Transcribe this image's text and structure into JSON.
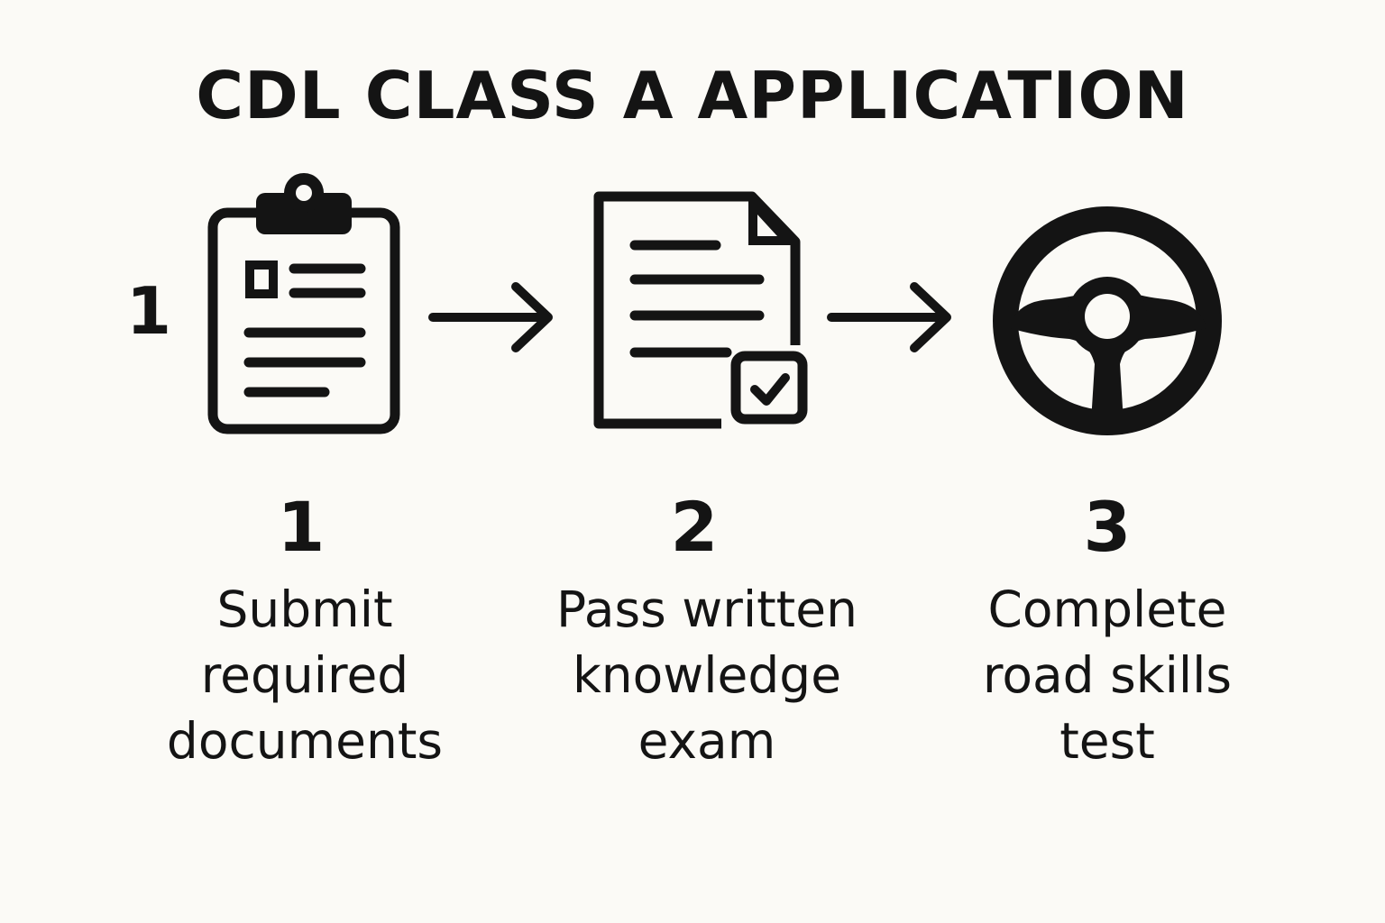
{
  "title": "CDL CLASS A APPLICATION",
  "stray_number": "1",
  "steps": [
    {
      "number": "1",
      "label_lines": [
        "Submit",
        "required",
        "documents"
      ],
      "icon": "clipboard-icon"
    },
    {
      "number": "2",
      "label_lines": [
        "Pass written",
        "knowledge",
        "exam"
      ],
      "icon": "document-check-icon"
    },
    {
      "number": "3",
      "label_lines": [
        "Complete",
        "road skills",
        "test"
      ],
      "icon": "steering-wheel-icon"
    }
  ],
  "colors": {
    "background": "#fbfaf6",
    "ink": "#141414"
  }
}
